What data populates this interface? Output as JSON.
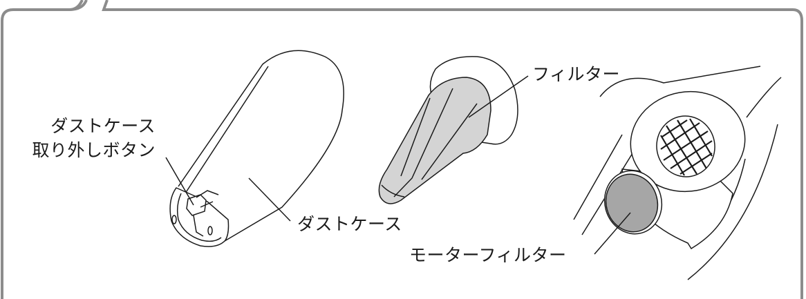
{
  "labels": {
    "dust_case_release_button_line1": "ダストケース",
    "dust_case_release_button_line2": "取り外しボタン",
    "dust_case": "ダストケース",
    "filter": "フィルター",
    "motor_filter": "モーターフィルター"
  },
  "colors": {
    "frame": "#8c8c8c",
    "stroke": "#1a1a1a",
    "filter_fill": "#d4d4d4",
    "motor_filter_fill": "#a6a6a6",
    "background": "#ffffff"
  }
}
